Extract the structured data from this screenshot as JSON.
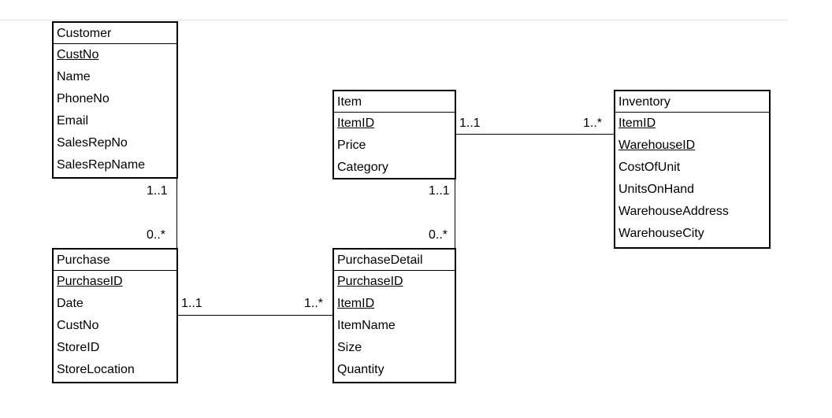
{
  "entities": {
    "customer": {
      "title": "Customer",
      "attrs": [
        "CustNo",
        "Name",
        "PhoneNo",
        "Email",
        "SalesRepNo",
        "SalesRepName"
      ],
      "pk": [
        "CustNo"
      ]
    },
    "item": {
      "title": "Item",
      "attrs": [
        "ItemID",
        "Price",
        "Category"
      ],
      "pk": [
        "ItemID"
      ]
    },
    "inventory": {
      "title": "Inventory",
      "attrs": [
        "ItemID",
        "WarehouseID",
        "CostOfUnit",
        "UnitsOnHand",
        "WarehouseAddress",
        "WarehouseCity"
      ],
      "pk": [
        "ItemID",
        "WarehouseID"
      ]
    },
    "purchase": {
      "title": "Purchase",
      "attrs": [
        "PurchaseID",
        "Date",
        "CustNo",
        "StoreID",
        "StoreLocation"
      ],
      "pk": [
        "PurchaseID"
      ]
    },
    "purchase_detail": {
      "title": "PurchaseDetail",
      "attrs": [
        "PurchaseID",
        "ItemID",
        "ItemName",
        "Size",
        "Quantity"
      ],
      "pk": [
        "PurchaseID",
        "ItemID"
      ]
    }
  },
  "relationships": {
    "customer_purchase": {
      "from_label": "1..1",
      "to_label": "0..*"
    },
    "item_inventory": {
      "from_label": "1..1",
      "to_label": "1..*"
    },
    "item_purchase_detail": {
      "from_label": "1..1",
      "to_label": "0..*"
    },
    "purchase_purchase_detail": {
      "from_label": "1..1",
      "to_label": "1..*"
    }
  }
}
